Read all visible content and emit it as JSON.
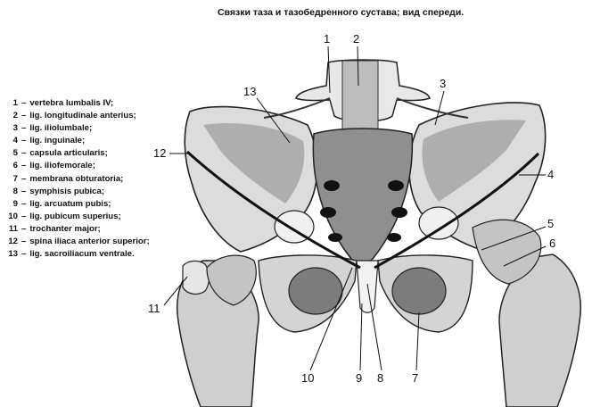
{
  "title": "Связки таза и тазобедренного сустава; вид спереди.",
  "legend": [
    {
      "number": "1",
      "label": "vertebra lumbalis IV;"
    },
    {
      "number": "2",
      "label": "lig. longitudinale anterius;"
    },
    {
      "number": "3",
      "label": "lig. iliolumbale;"
    },
    {
      "number": "4",
      "label": "lig. inguinale;"
    },
    {
      "number": "5",
      "label": "capsula articularis;"
    },
    {
      "number": "6",
      "label": "lig. iliofemorale;"
    },
    {
      "number": "7",
      "label": "membrana obturatoria;"
    },
    {
      "number": "8",
      "label": "symphisis pubica;"
    },
    {
      "number": "9",
      "label": "lig. arcuatum pubis;"
    },
    {
      "number": "10",
      "label": "lig. pubicum superius;"
    },
    {
      "number": "11",
      "label": "trochanter major;"
    },
    {
      "number": "12",
      "label": "spina iliaca anterior superior;"
    },
    {
      "number": "13",
      "label": "lig. sacroiliacum ventrale."
    }
  ],
  "callouts": [
    "1",
    "2",
    "13",
    "3",
    "12",
    "4",
    "5",
    "6",
    "11",
    "10",
    "9",
    "8",
    "7"
  ],
  "colors": {
    "ink": "#111111",
    "bone": "#d9d9d9",
    "shadow": "#3a3a3a",
    "background": "#ffffff"
  }
}
